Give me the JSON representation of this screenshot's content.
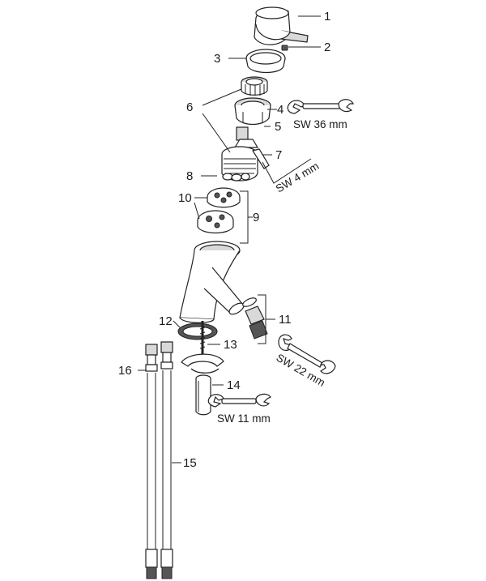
{
  "parts": [
    {
      "id": "1",
      "label": "1"
    },
    {
      "id": "2",
      "label": "2"
    },
    {
      "id": "3",
      "label": "3"
    },
    {
      "id": "4",
      "label": "4"
    },
    {
      "id": "5",
      "label": "5"
    },
    {
      "id": "6",
      "label": "6"
    },
    {
      "id": "7",
      "label": "7"
    },
    {
      "id": "8",
      "label": "8"
    },
    {
      "id": "9",
      "label": "9"
    },
    {
      "id": "10",
      "label": "10"
    },
    {
      "id": "11",
      "label": "11"
    },
    {
      "id": "12",
      "label": "12"
    },
    {
      "id": "13",
      "label": "13"
    },
    {
      "id": "14",
      "label": "14"
    },
    {
      "id": "15",
      "label": "15"
    },
    {
      "id": "16",
      "label": "16"
    }
  ],
  "tools": {
    "sw36": "SW 36 mm",
    "sw4": "SW 4 mm",
    "sw22": "SW 22 mm",
    "sw11": "SW 11 mm"
  }
}
